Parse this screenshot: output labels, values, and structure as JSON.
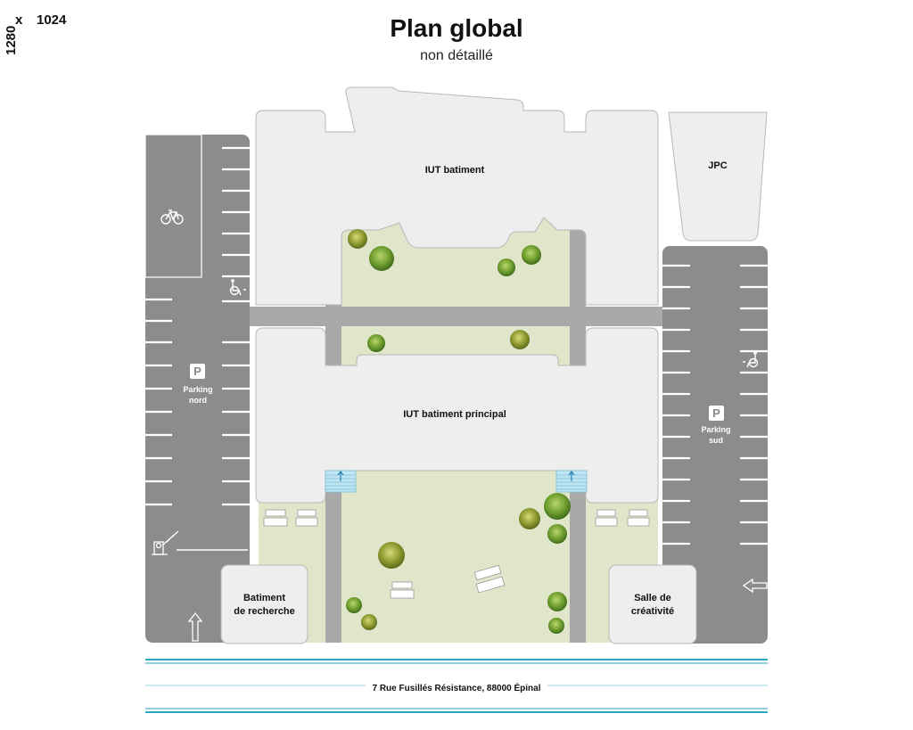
{
  "dimensions": {
    "prefix": "x",
    "width": "1024",
    "height": "1280"
  },
  "header": {
    "title": "Plan global",
    "subtitle": "non détaillé"
  },
  "buildings": {
    "iut": "IUT batiment",
    "jpc": "JPC",
    "main": "IUT batiment principal",
    "research": "Batiment\nde recherche",
    "creativity": "Salle de\ncréativité"
  },
  "parkings": {
    "north": {
      "icon_letter": "P",
      "label": "Parking\nnord"
    },
    "south": {
      "icon_letter": "P",
      "label": "Parking\nsud"
    }
  },
  "address": "7 Rue Fusillés Résistance, 88000 Épinal",
  "icons": [
    "bicycle-icon",
    "wheelchair-icon",
    "parking-icon",
    "barrier-gate-icon",
    "entry-arrow-icon",
    "tree-icon",
    "picnic-table-icon",
    "stairs-icon"
  ],
  "colors": {
    "asphalt": "#8c8c8c",
    "building": "#eeeeee",
    "building_outline": "#b8b8b8",
    "path": "#a9a9a9",
    "grass": "#dfe6c9",
    "water_line": "#2aa6c2",
    "stairs": "#bfe5f2"
  }
}
